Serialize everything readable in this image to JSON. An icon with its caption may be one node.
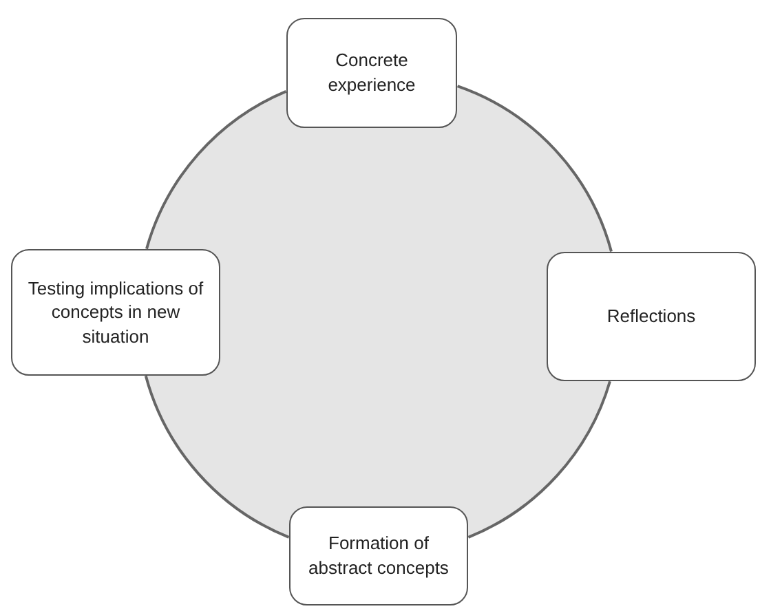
{
  "diagram": {
    "nodes": [
      {
        "text": [
          "Concrete experience"
        ]
      },
      {
        "text": [
          "Reflections"
        ]
      },
      {
        "text": [
          "Formation of abstract concepts"
        ]
      },
      {
        "text": [
          "Testing implications of concepts in new situation"
        ]
      }
    ],
    "edges": [
      {
        "from": 0,
        "to": 1,
        "arrow": "none"
      },
      {
        "from": 1,
        "to": 2,
        "arrow": "none"
      },
      {
        "from": 2,
        "to": 3,
        "arrow": "none"
      },
      {
        "from": 3,
        "to": 0,
        "arrow": "none"
      }
    ]
  }
}
